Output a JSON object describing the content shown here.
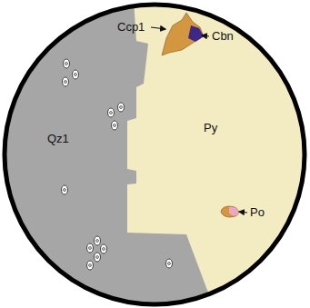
{
  "diagram": {
    "labels": [
      "Ccp1",
      "Cbn",
      "Qz1",
      "Py",
      "Po"
    ]
  }
}
